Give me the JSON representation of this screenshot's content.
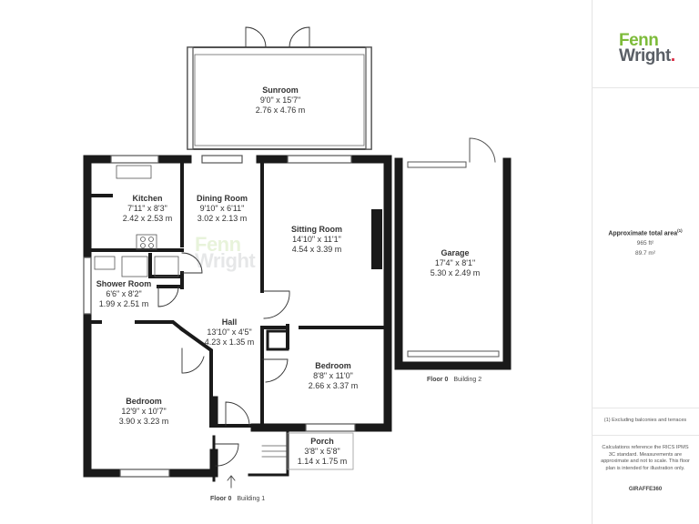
{
  "brand": {
    "logo_line1": "Fenn",
    "logo_line2": "Wright",
    "logo_dot": ".",
    "colors": {
      "green": "#7dbb3a",
      "grey": "#5a5f66",
      "red": "#d9263f",
      "wall": "#1a1a1a"
    }
  },
  "summary": {
    "title": "Approximate total area",
    "title_sup": "(1)",
    "sqft": "965 ft²",
    "sqm": "89.7 m²",
    "footnote": "(1) Excluding balconies and terraces",
    "disclaimer": "Calculations reference the RICS IPMS 3C standard. Measurements are approximate and not to scale. This floor plan is intended for illustration only.",
    "credit": "GIRAFFE360"
  },
  "rooms": [
    {
      "id": "sunroom",
      "name": "Sunroom",
      "imperial": "9'0\" x 15'7\"",
      "metric": "2.76 x 4.76 m"
    },
    {
      "id": "kitchen",
      "name": "Kitchen",
      "imperial": "7'11\" x 8'3\"",
      "metric": "2.42 x 2.53 m"
    },
    {
      "id": "dining",
      "name": "Dining Room",
      "imperial": "9'10\" x 6'11\"",
      "metric": "3.02 x 2.13 m"
    },
    {
      "id": "sitting",
      "name": "Sitting Room",
      "imperial": "14'10\" x 11'1\"",
      "metric": "4.54 x 3.39 m"
    },
    {
      "id": "shower",
      "name": "Shower Room",
      "imperial": "6'6\" x 8'2\"",
      "metric": "1.99 x 2.51 m"
    },
    {
      "id": "hall",
      "name": "Hall",
      "imperial": "13'10\" x 4'5\"",
      "metric": "4.23 x 1.35 m"
    },
    {
      "id": "bedroom2",
      "name": "Bedroom",
      "imperial": "8'8\" x 11'0\"",
      "metric": "2.66 x 3.37 m"
    },
    {
      "id": "bedroom1",
      "name": "Bedroom",
      "imperial": "12'9\" x 10'7\"",
      "metric": "3.90 x 3.23 m"
    },
    {
      "id": "porch",
      "name": "Porch",
      "imperial": "3'8\" x 5'8\"",
      "metric": "1.14 x 1.75 m"
    },
    {
      "id": "garage",
      "name": "Garage",
      "imperial": "17'4\" x 8'1\"",
      "metric": "5.30 x 2.49 m"
    }
  ],
  "floors": [
    {
      "floor": "Floor 0",
      "building": "Building 1"
    },
    {
      "floor": "Floor 0",
      "building": "Building 2"
    }
  ]
}
